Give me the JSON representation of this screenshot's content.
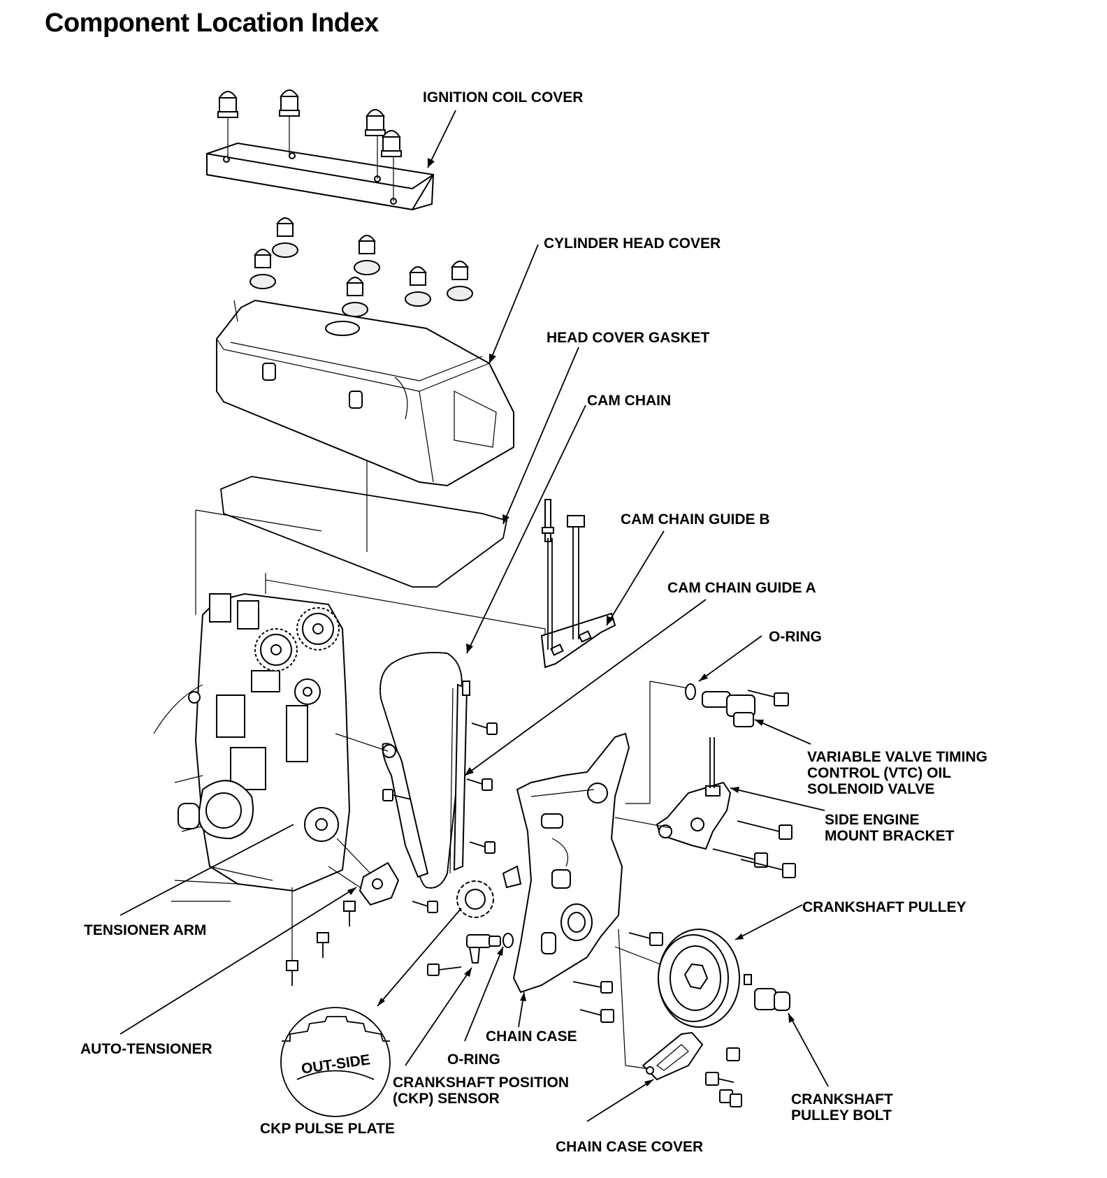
{
  "title": "Component Location Index",
  "labels": {
    "ignition_coil_cover": "IGNITION COIL COVER",
    "cylinder_head_cover": "CYLINDER HEAD COVER",
    "head_cover_gasket": "HEAD COVER GASKET",
    "cam_chain": "CAM CHAIN",
    "cam_chain_guide_b": "CAM CHAIN GUIDE B",
    "cam_chain_guide_a": "CAM CHAIN GUIDE A",
    "o_ring_top": "O-RING",
    "vtc_line1": "VARIABLE VALVE TIMING",
    "vtc_line2": "CONTROL (VTC) OIL",
    "vtc_line3": "SOLENOID VALVE",
    "side_mount_line1": "SIDE ENGINE",
    "side_mount_line2": "MOUNT BRACKET",
    "crankshaft_pulley": "CRANKSHAFT PULLEY",
    "tensioner_arm": "TENSIONER ARM",
    "auto_tensioner": "AUTO-TENSIONER",
    "chain_case": "CHAIN CASE",
    "o_ring_bottom": "O-RING",
    "ckp_sensor_line1": "CRANKSHAFT POSITION",
    "ckp_sensor_line2": "(CKP) SENSOR",
    "ckp_pulse_plate": "CKP PULSE PLATE",
    "pulley_bolt_line1": "CRANKSHAFT",
    "pulley_bolt_line2": "PULLEY BOLT",
    "chain_case_cover": "CHAIN CASE COVER",
    "pulse_plate_mark": "OUT-SIDE"
  }
}
